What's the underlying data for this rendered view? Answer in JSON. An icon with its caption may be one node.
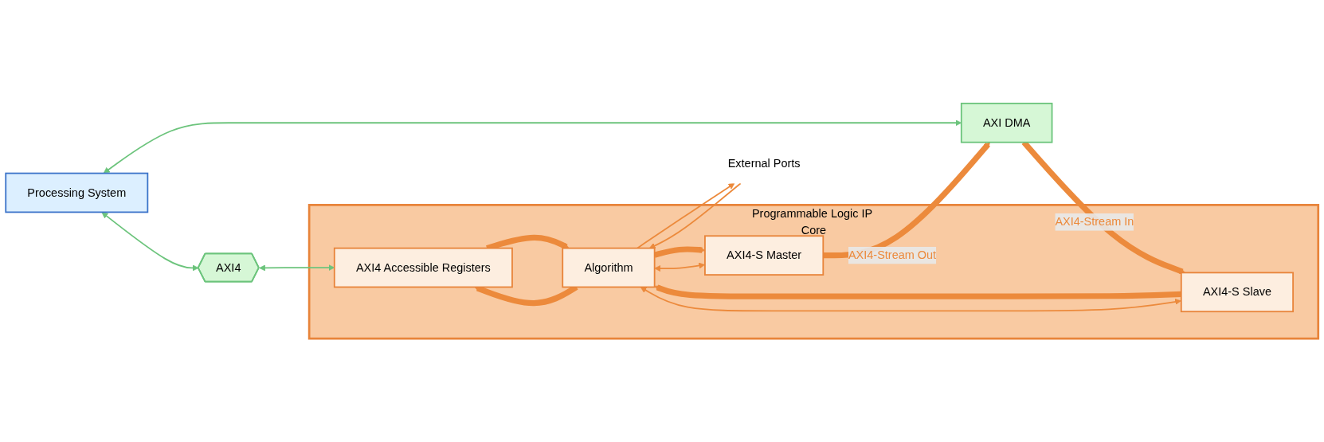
{
  "diagram": {
    "nodes": [
      {
        "text": [
          "Processing System"
        ]
      },
      {
        "text": [
          "AXI4"
        ]
      },
      {
        "text": [
          "Programmable Logic IP Core"
        ]
      },
      {
        "text": [
          "AXI4 Accessible Registers"
        ],
        "in": 2
      },
      {
        "text": [
          "AXI DMA"
        ]
      },
      {
        "text": [
          "AXI4-S Slave"
        ],
        "in": 2
      },
      {
        "text": [
          "AXI4-S Master"
        ],
        "in": 2
      },
      {
        "text": [
          "Algorithm"
        ],
        "in": 2
      },
      {
        "text": [
          "External Ports"
        ]
      }
    ],
    "edges": [
      {
        "from": 0,
        "to": 1,
        "arrow": "both",
        "color": "#6cc47c"
      },
      {
        "from": 1,
        "to": 3,
        "arrow": "both",
        "color": "#6cc47c"
      },
      {
        "from": 0,
        "to": 4,
        "arrow": "both",
        "color": "#6cc47c"
      },
      {
        "from": 4,
        "to": 5,
        "arrow": "to",
        "label": "AXI4-Stream In",
        "style": "thick"
      },
      {
        "from": 6,
        "to": 4,
        "arrow": "to",
        "label": "AXI4-Stream Out",
        "style": "thick"
      },
      {
        "from": 5,
        "to": 7,
        "arrow": "to",
        "style": "thick"
      },
      {
        "from": 5,
        "to": 7,
        "arrow": "both"
      },
      {
        "from": 7,
        "to": 6,
        "arrow": "to",
        "style": "thick"
      },
      {
        "from": 6,
        "to": 7,
        "arrow": "both"
      },
      {
        "from": 3,
        "to": 7,
        "arrow": "to",
        "style": "thick"
      },
      {
        "from": 7,
        "to": 3,
        "arrow": "to",
        "style": "thick"
      },
      {
        "from": 7,
        "to": 8,
        "arrow": "to"
      },
      {
        "from": 8,
        "to": 7,
        "arrow": "to"
      }
    ]
  }
}
